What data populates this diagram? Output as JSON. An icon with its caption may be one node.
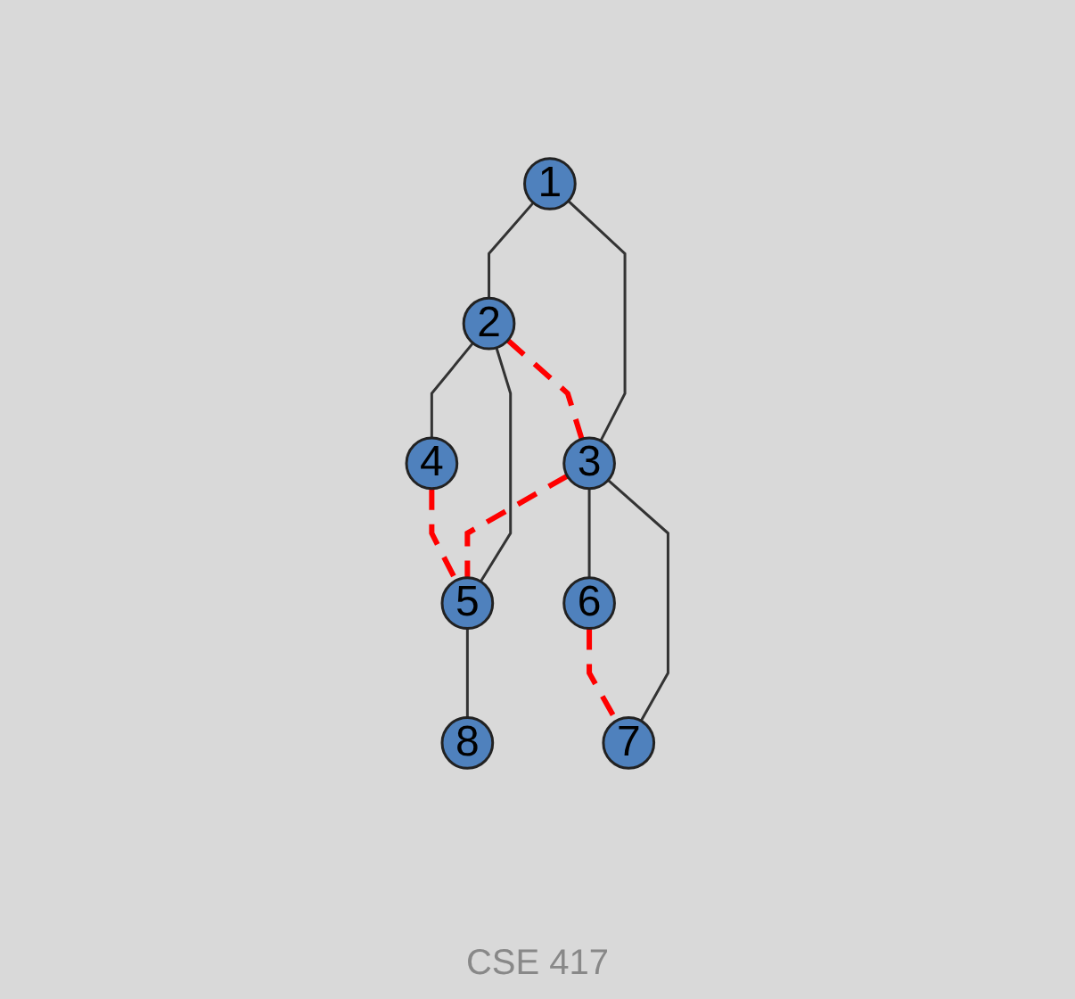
{
  "diagram": {
    "nodes": [
      {
        "text": [
          "1"
        ]
      },
      {
        "text": [
          "2"
        ]
      },
      {
        "text": [
          "3"
        ]
      },
      {
        "text": [
          "4"
        ]
      },
      {
        "text": [
          "5"
        ]
      },
      {
        "text": [
          "6"
        ]
      },
      {
        "text": [
          "7"
        ]
      },
      {
        "text": [
          "8"
        ]
      }
    ],
    "edges": [
      {
        "from": 0,
        "to": 1,
        "arrow": "none"
      },
      {
        "from": 0,
        "to": 2,
        "arrow": "none"
      },
      {
        "from": 1,
        "to": 3,
        "arrow": "none"
      },
      {
        "from": 1,
        "to": 4,
        "arrow": "none"
      },
      {
        "from": 2,
        "to": 5,
        "arrow": "none"
      },
      {
        "from": 2,
        "to": 6,
        "arrow": "none"
      },
      {
        "from": 4,
        "to": 7,
        "arrow": "none"
      },
      {
        "from": 1,
        "to": 2,
        "arrow": "none",
        "style": "dashed",
        "color": "#ff0000"
      },
      {
        "from": 2,
        "to": 4,
        "arrow": "none",
        "style": "dashed",
        "color": "#ff0000"
      },
      {
        "from": 3,
        "to": 4,
        "arrow": "none",
        "style": "dashed",
        "color": "#ff0000"
      },
      {
        "from": 5,
        "to": 6,
        "arrow": "none",
        "style": "dashed",
        "color": "#ff0000"
      }
    ],
    "labels": [
      "CSE 417"
    ]
  }
}
